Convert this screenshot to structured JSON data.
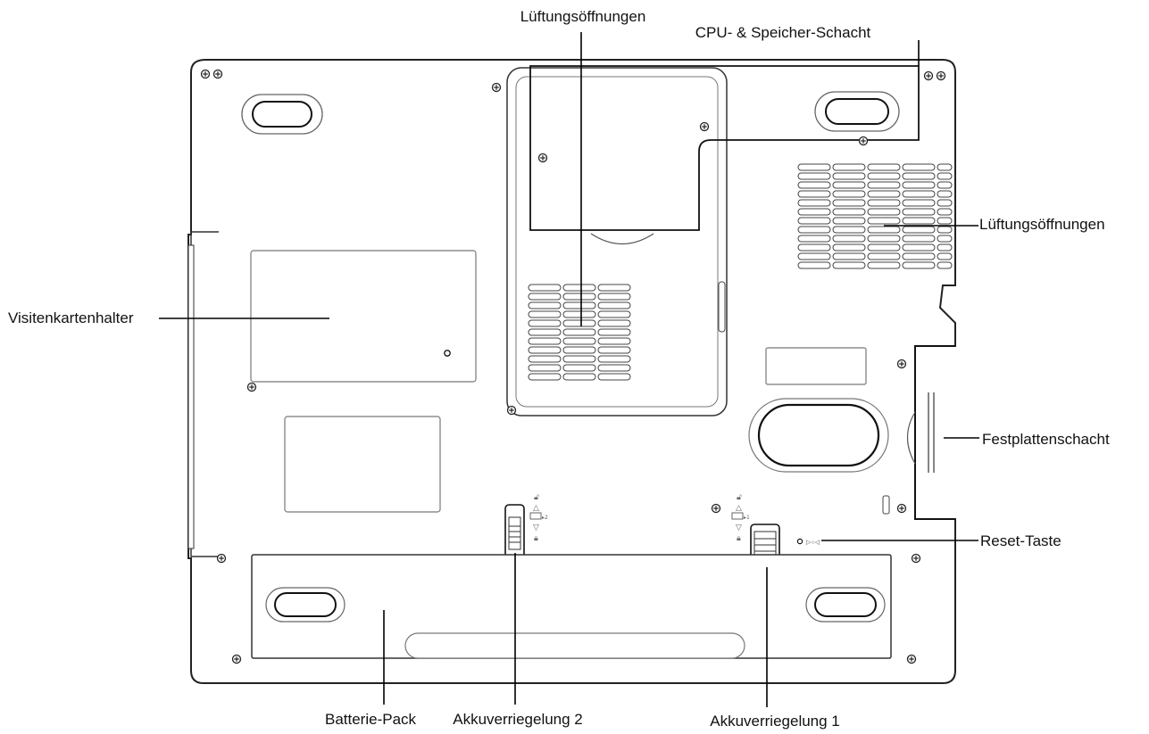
{
  "labels": {
    "vents_top": "Lüftungsöffnungen",
    "cpu_memory_bay": "CPU- & Speicher-Schacht",
    "vents_right": "Lüftungsöffnungen",
    "card_holder": "Visitenkartenhalter",
    "hdd_bay": "Festplattenschacht",
    "reset_button": "Reset-Taste",
    "battery_pack": "Batterie-Pack",
    "battery_lock_2": "Akkuverriegelung 2",
    "battery_lock_1": "Akkuverriegelung 1"
  },
  "icons": [
    "screw-icon",
    "unlock-icon",
    "lock-icon",
    "battery-icon",
    "arrow-up-icon",
    "arrow-down-icon"
  ],
  "line_color": "#000000",
  "stroke_color": "#333333"
}
